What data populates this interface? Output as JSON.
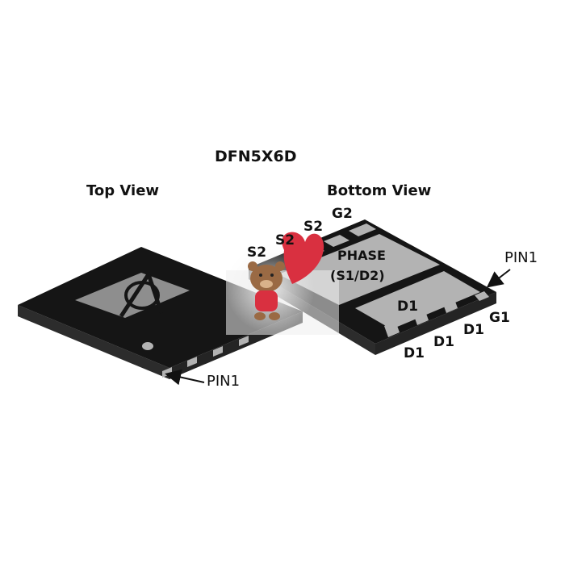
{
  "title": "DFN5X6D",
  "top_view": {
    "label": "Top View",
    "pin1": "PIN1"
  },
  "bottom_view": {
    "label": "Bottom View",
    "pin1": "PIN1",
    "pins": {
      "g2": "G2",
      "s2_a": "S2",
      "s2_b": "S2",
      "s2_c": "S2",
      "phase": "PHASE",
      "phase_sub": "(S1/D2)",
      "d1_a": "D1",
      "d1_b": "D1",
      "d1_c": "D1",
      "d1_d": "D1",
      "g1": "G1"
    }
  },
  "colors": {
    "package": "#151515",
    "package_side": "#2c2c2c",
    "pad": "#b3b3b3",
    "logo_plate": "#8e8e8e",
    "watermark_heart": "#d93040",
    "watermark_bear": "#9a6a44"
  },
  "icons": [
    "brand-logo-icon",
    "arrow-icon",
    "teddy-bear-watermark-icon"
  ]
}
